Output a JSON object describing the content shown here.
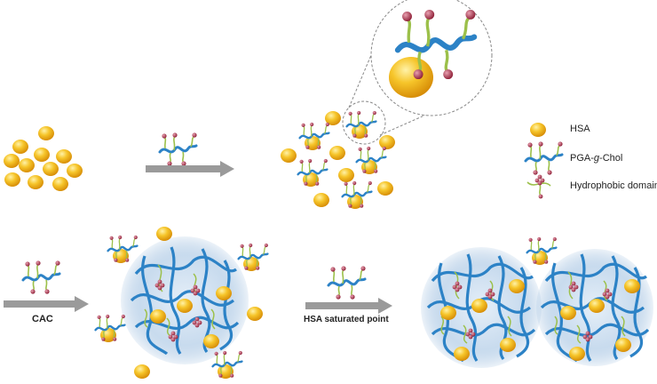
{
  "legend": {
    "hsa": "HSA",
    "polymer_prefix": "PGA-",
    "polymer_g": "g",
    "polymer_suffix": "-Chol",
    "hydrophobic": "Hydrophobic domain"
  },
  "arrows": {
    "cac": "CAC",
    "saturation": "HSA saturated point"
  },
  "colors": {
    "hsa_yellow": "#f3b61c",
    "polymer_blue": "#2c82c6",
    "polymer_green": "#9cc04a",
    "hydrophobic_red": "#b33344",
    "arrow_gray": "#9a9a9a",
    "micelle_glow": "#bcd3ea"
  }
}
